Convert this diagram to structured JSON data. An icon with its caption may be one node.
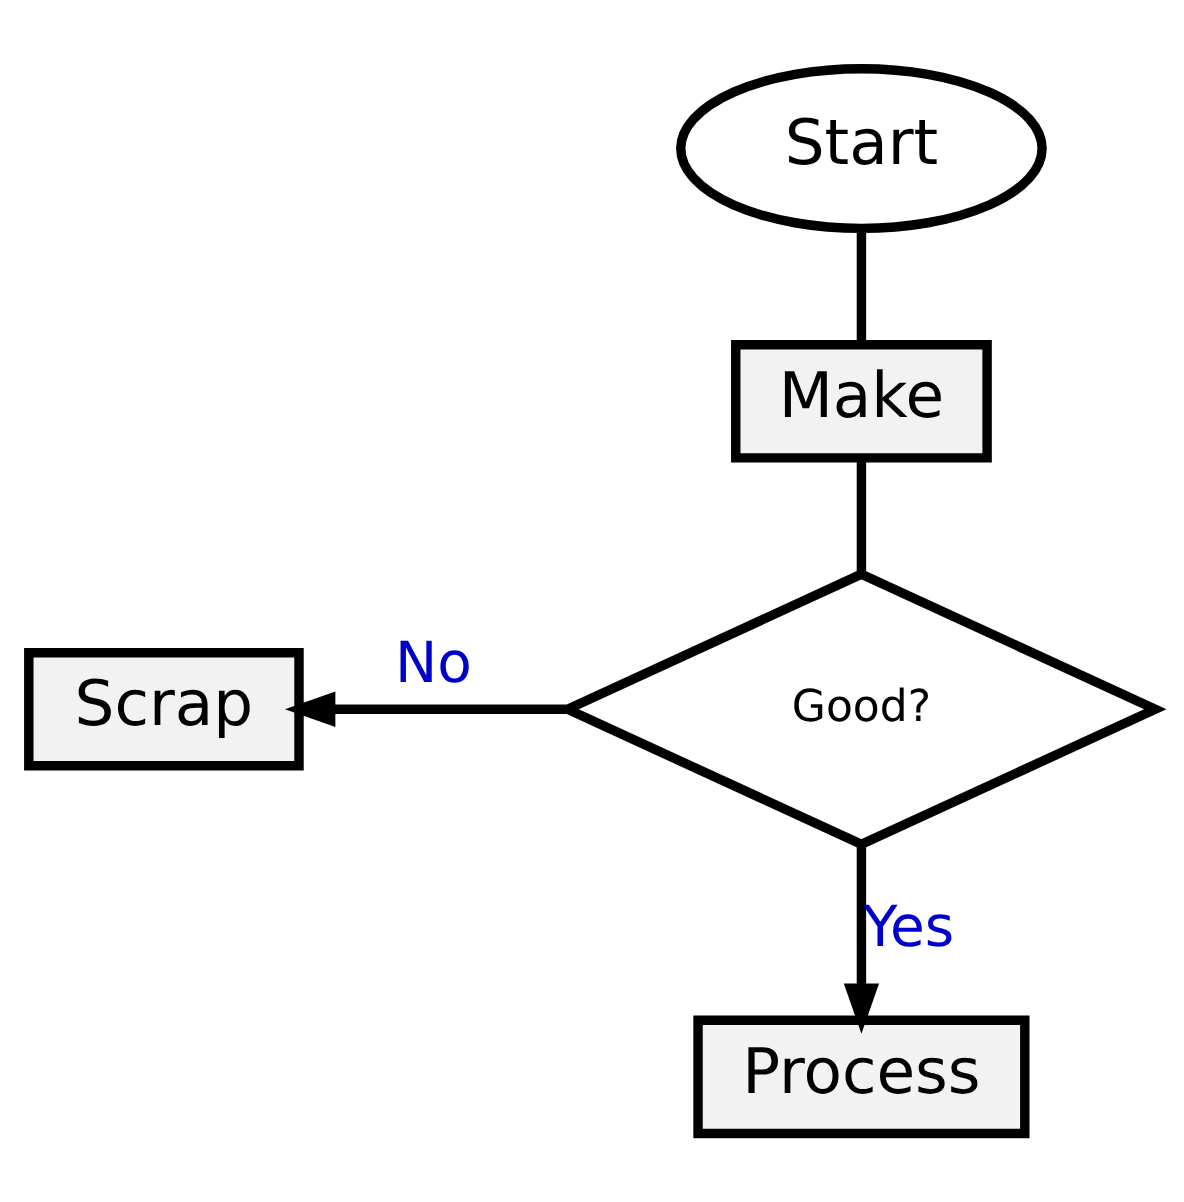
{
  "diagram": {
    "nodes": [
      {
        "text": [
          "Start"
        ]
      },
      {
        "text": [
          "Make"
        ]
      },
      {
        "text": [
          "Good?"
        ]
      },
      {
        "text": [
          "Scrap"
        ]
      },
      {
        "text": [
          "Process"
        ]
      }
    ],
    "edges": [
      {
        "from": 0,
        "to": 1,
        "arrow": "none"
      },
      {
        "from": 1,
        "to": 2,
        "arrow": "none"
      },
      {
        "from": 2,
        "to": 3,
        "arrow": "to",
        "label": "No"
      },
      {
        "from": 2,
        "to": 4,
        "arrow": "to",
        "label": "Yes"
      }
    ]
  }
}
